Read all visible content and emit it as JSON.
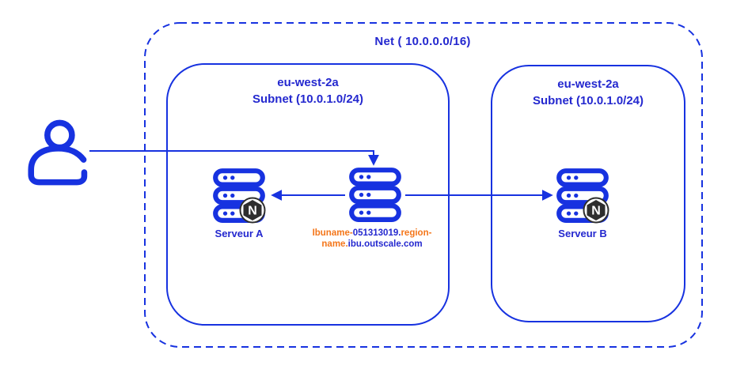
{
  "colors": {
    "blue": "#1732e0",
    "text_blue": "#2428cf",
    "orange": "#f4761a",
    "badge_dark": "#2e2e2e"
  },
  "net": {
    "label": "Net ( 10.0.0.0/16)"
  },
  "subnets": [
    {
      "az": "eu-west-2a",
      "name": "Subnet (10.0.1.0/24)"
    },
    {
      "az": "eu-west-2a",
      "name": "Subnet (10.0.1.0/24)"
    }
  ],
  "servers": {
    "server_a": {
      "label": "Serveur A"
    },
    "server_b": {
      "label": "Serveur B"
    },
    "load_balancer": {
      "hostname": {
        "part1": "Ibuname-",
        "part2": "051313019.",
        "part3": "region-",
        "part4": "name.",
        "part5": "ibu.outscale.com"
      }
    }
  },
  "badges": {
    "nginx_letter": "N"
  }
}
